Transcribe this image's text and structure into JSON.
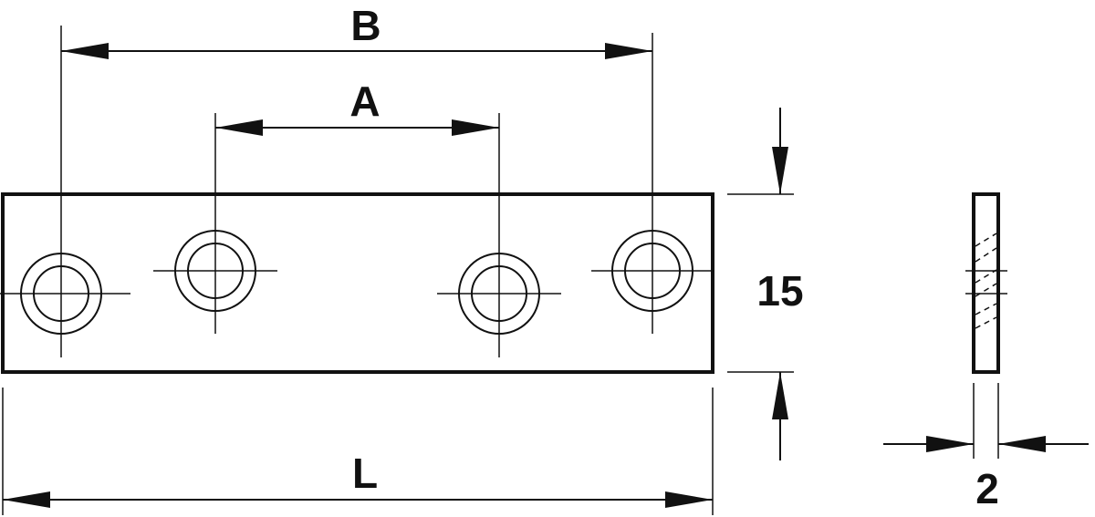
{
  "drawing": {
    "colors": {
      "line": "#111111",
      "background": "#ffffff"
    },
    "labels": {
      "hole_spacing_outer": "B",
      "hole_spacing_inner": "A",
      "length": "L",
      "width": "15",
      "thickness": "2"
    }
  }
}
